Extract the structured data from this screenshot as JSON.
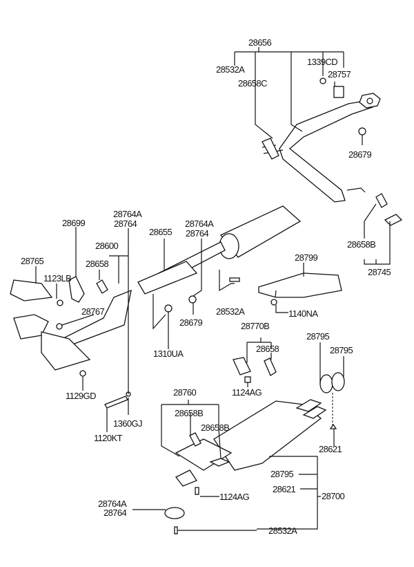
{
  "diagram": {
    "title": "Exhaust system parts diagram",
    "labels": {
      "l28656": "28656",
      "l28532A_top": "28532A",
      "l28658C": "28658C",
      "l1339CD": "1339CD",
      "l28757": "28757",
      "l28679_top": "28679",
      "l28658B_right": "28658B",
      "l28745": "28745",
      "l28699": "28699",
      "l28764A_a": "28764A",
      "l28764_a": "28764",
      "l28655": "28655",
      "l28764A_b": "28764A",
      "l28764_b": "28764",
      "l28600": "28600",
      "l28658_left": "28658",
      "l28765": "28765",
      "l1123LB": "1123LB",
      "l28767": "28767",
      "l28799": "28799",
      "l28532A_mid": "28532A",
      "l28679_mid": "28679",
      "l1140NA": "1140NA",
      "l1310UA": "1310UA",
      "l28770B": "28770B",
      "l28658_mid": "28658",
      "l1124AG_mid": "1124AG",
      "l28795_a": "28795",
      "l28795_b": "28795",
      "l1129GD": "1129GD",
      "l1360GJ": "1360GJ",
      "l1120KT": "1120KT",
      "l28760": "28760",
      "l28658B_a": "28658B",
      "l28658B_b": "28658B",
      "l28621_right": "28621",
      "l28795_c": "28795",
      "l28621_c": "28621",
      "l28700": "28700",
      "l1124AG_bot": "1124AG",
      "l28764A_c": "28764A",
      "l28764_c": "28764",
      "l28532A_bot": "28532A"
    }
  }
}
